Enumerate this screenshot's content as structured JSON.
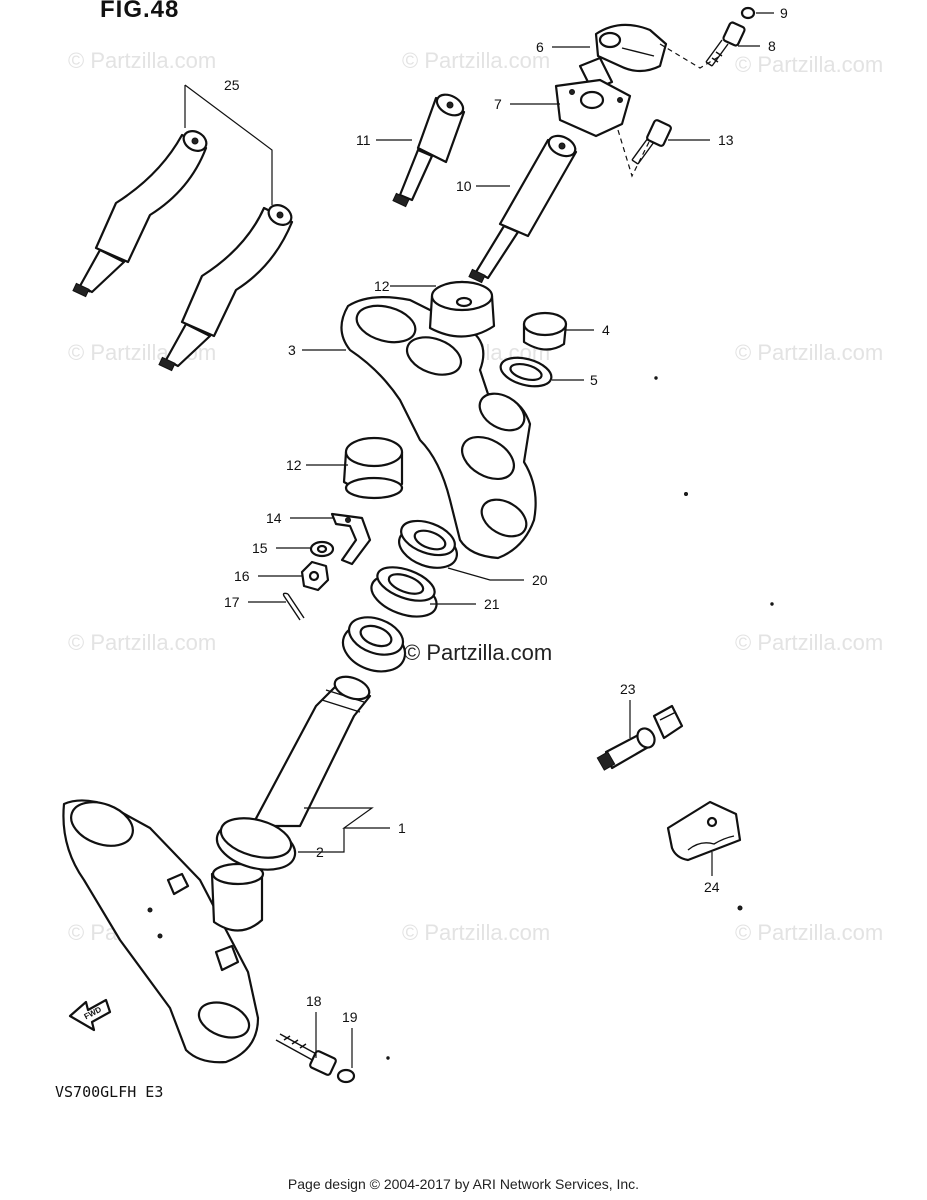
{
  "figure": {
    "title": "FIG.48",
    "model": "VS700GLFH E3"
  },
  "watermarks": {
    "center": "© Partzilla.com",
    "repeated": "© Partzilla.com"
  },
  "footer": "Page design © 2004-2017 by ARI Network Services, Inc.",
  "callouts": [
    "1",
    "2",
    "3",
    "4",
    "5",
    "6",
    "7",
    "8",
    "9",
    "10",
    "11",
    "12",
    "12",
    "13",
    "14",
    "15",
    "16",
    "17",
    "18",
    "19",
    "20",
    "21",
    "23",
    "24",
    "25"
  ],
  "diagram": {
    "type": "exploded parts diagram",
    "subject": "steering stem and handlebar holders",
    "fwd_arrow_label": "FWD"
  }
}
